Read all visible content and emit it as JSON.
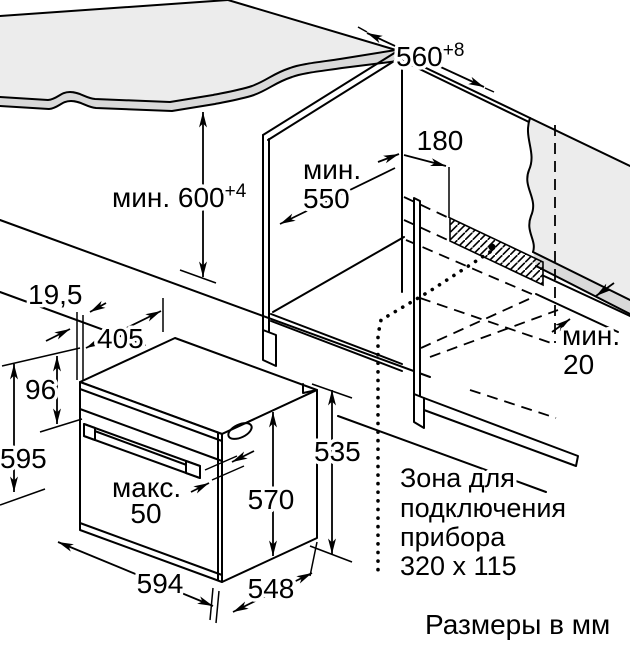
{
  "colors": {
    "line": "#000000",
    "surface_gray": "#ececec",
    "edge_gray": "#d9d9d9"
  },
  "dims": {
    "d560": {
      "main": "560",
      "sup": "+8"
    },
    "d600": {
      "main": "мин. 600",
      "sup": "+4"
    },
    "d550_line1": "мин.",
    "d550_line2": "550",
    "d180": "180",
    "d20_line1": "мин.",
    "d20_line2": "20",
    "d19_5": "19,5",
    "d405": "405",
    "d96": "96",
    "d595": "595",
    "d50_line1": "макс.",
    "d50_line2": "50",
    "d594": "594",
    "d570": "570",
    "d548": "548",
    "d535": "535"
  },
  "zone_label": [
    "Зона для",
    "подключения",
    "прибора",
    "320 x 115"
  ],
  "footer_note": "Размеры в мм"
}
